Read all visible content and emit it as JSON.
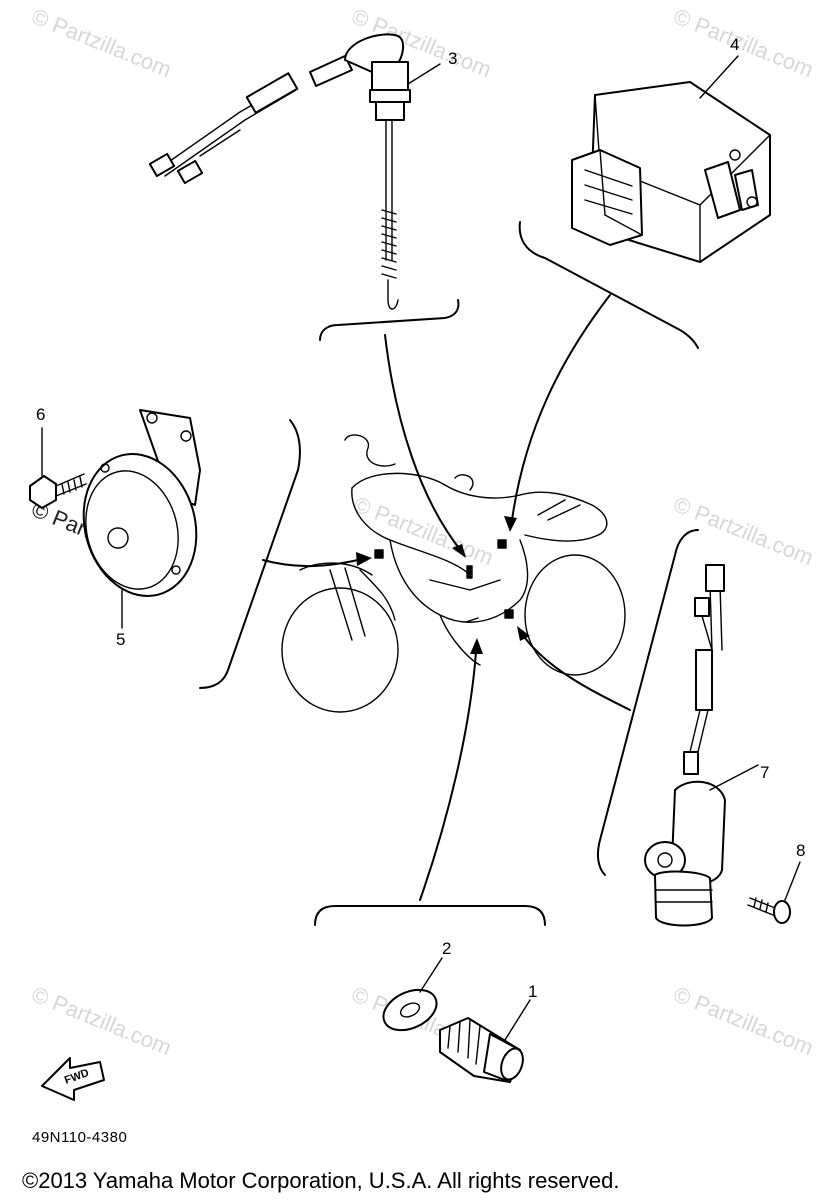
{
  "watermark_text": "© Partzilla.com",
  "callouts": {
    "c1": "1",
    "c2": "2",
    "c3": "3",
    "c4": "4",
    "c5": "5",
    "c6": "6",
    "c7": "7",
    "c8": "8"
  },
  "forward_arrow_label": "FWD",
  "diagram_code": "49N110-4380",
  "copyright": "©2013 Yamaha Motor Corporation, U.S.A. All rights reserved."
}
